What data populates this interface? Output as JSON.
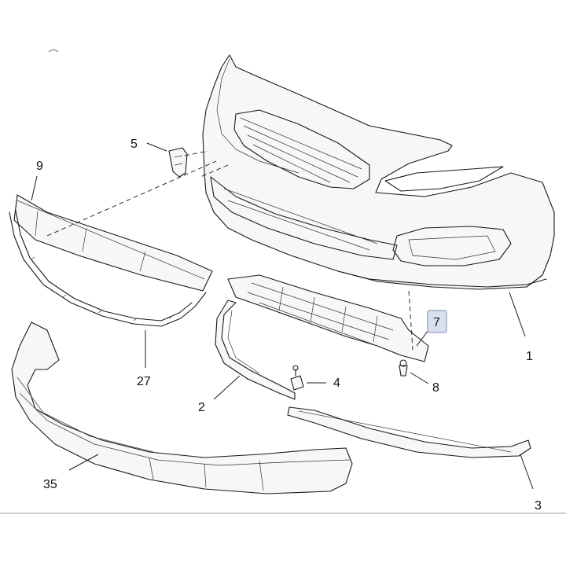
{
  "callouts": [
    {
      "id": "c1",
      "label": "1"
    },
    {
      "id": "c2",
      "label": "2"
    },
    {
      "id": "c3",
      "label": "3"
    },
    {
      "id": "c4",
      "label": "4"
    },
    {
      "id": "c5",
      "label": "5"
    },
    {
      "id": "c7",
      "label": "7",
      "highlighted": true
    },
    {
      "id": "c8",
      "label": "8"
    },
    {
      "id": "c9",
      "label": "9"
    },
    {
      "id": "c27",
      "label": "27"
    },
    {
      "id": "c35",
      "label": "35"
    }
  ],
  "colors": {
    "line": "#1a1a1a",
    "highlight_fill": "#d8e0f0",
    "highlight_stroke": "#7d8fb5",
    "background": "#ffffff"
  }
}
